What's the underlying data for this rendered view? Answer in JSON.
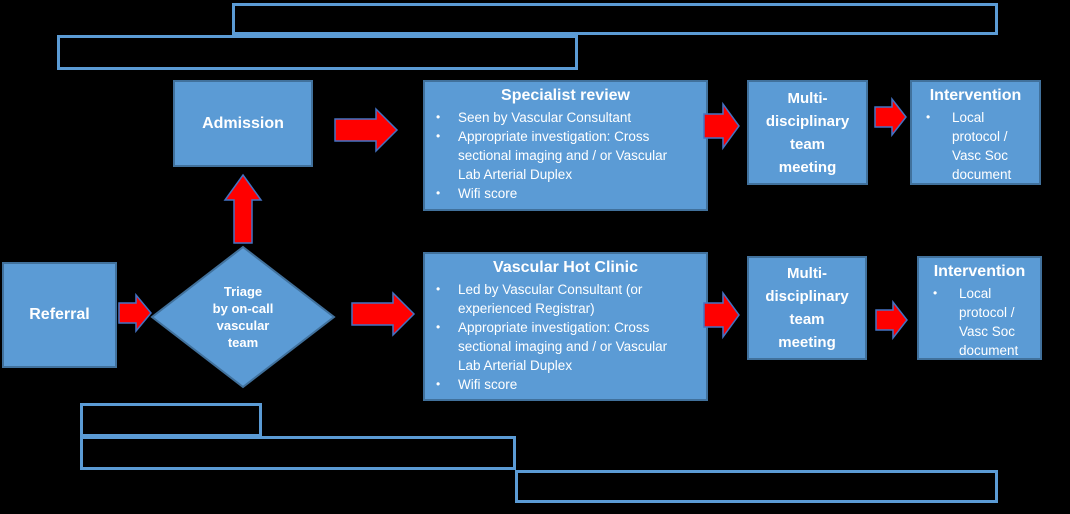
{
  "colors": {
    "background": "#000000",
    "box_fill": "#5B9BD5",
    "box_border": "#41719C",
    "outline_box_border": "#5B9BD5",
    "arrow_fill": "#FF0000",
    "arrow_outline": "#4472C4",
    "text": "#FFFFFF"
  },
  "glyphs": {
    "bullet": "•"
  },
  "flow": {
    "referral": {
      "label": "Referral"
    },
    "triage": {
      "label": "Triage\nby on-call\nvascular\nteam"
    },
    "admission": {
      "label": "Admission"
    },
    "specialist_review": {
      "title": "Specialist review",
      "bullets": [
        "Seen by Vascular Consultant",
        "Appropriate investigation: Cross\nsectional imaging and / or Vascular\nLab Arterial Duplex",
        "Wifi score"
      ]
    },
    "mdt_top": {
      "label": "Multi-\ndisciplinary\nteam\nmeeting"
    },
    "intervention_top": {
      "title": "Intervention",
      "bullets": [
        "Local protocol /\nVasc Soc\ndocument"
      ]
    },
    "vascular_hot_clinic": {
      "title": "Vascular Hot Clinic",
      "bullets": [
        "Led by Vascular Consultant (or\nexperienced Registrar)",
        "Appropriate investigation: Cross\nsectional imaging and / or Vascular\nLab Arterial Duplex",
        "Wifi score"
      ]
    },
    "mdt_bottom": {
      "label": "Multi-\ndisciplinary\nteam\nmeeting"
    },
    "intervention_bottom": {
      "title": "Intervention",
      "bullets": [
        "Local protocol /\nVasc Soc\ndocument"
      ]
    }
  }
}
